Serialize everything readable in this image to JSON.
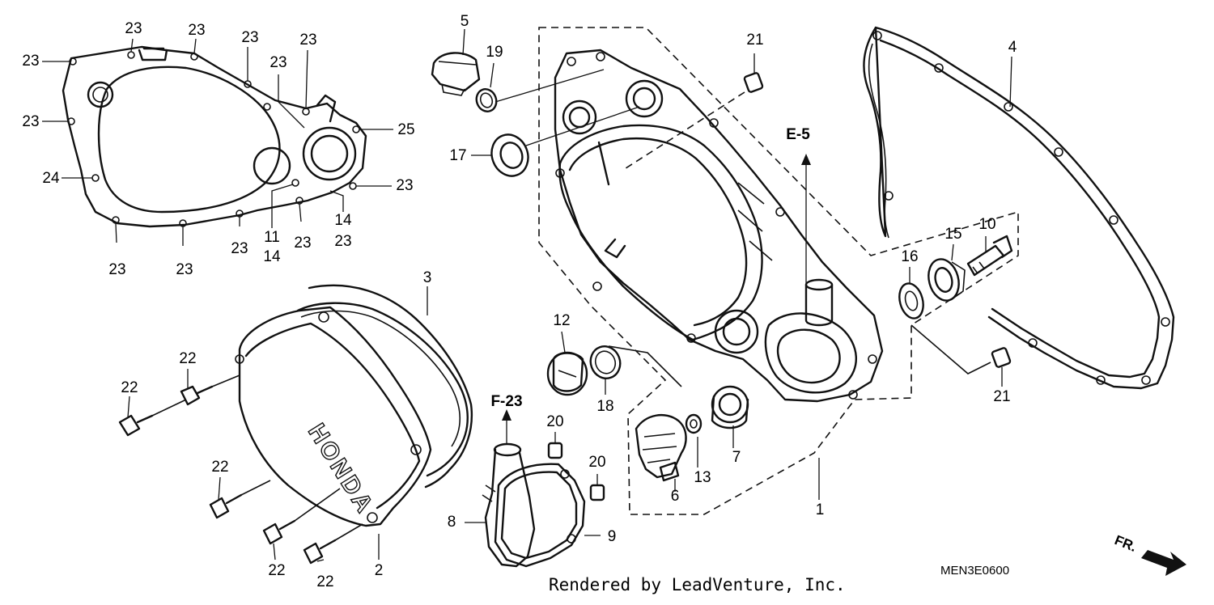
{
  "callouts": [
    {
      "id": "c23a",
      "text": "23"
    },
    {
      "id": "c23b",
      "text": "23"
    },
    {
      "id": "c23c",
      "text": "23"
    },
    {
      "id": "c23d",
      "text": "23"
    },
    {
      "id": "c23e",
      "text": "23"
    },
    {
      "id": "c23f",
      "text": "23"
    },
    {
      "id": "c23g",
      "text": "23"
    },
    {
      "id": "c25",
      "text": "25"
    },
    {
      "id": "c24",
      "text": "24"
    },
    {
      "id": "c23h",
      "text": "23"
    },
    {
      "id": "c11",
      "text": "11"
    },
    {
      "id": "c14a",
      "text": "14"
    },
    {
      "id": "c23i",
      "text": "23"
    },
    {
      "id": "c14b",
      "text": "14"
    },
    {
      "id": "c23j",
      "text": "23"
    },
    {
      "id": "c23k",
      "text": "23"
    },
    {
      "id": "c23l",
      "text": "23"
    },
    {
      "id": "c23m",
      "text": "23"
    },
    {
      "id": "c3",
      "text": "3"
    },
    {
      "id": "c22a",
      "text": "22"
    },
    {
      "id": "c22b",
      "text": "22"
    },
    {
      "id": "c22c",
      "text": "22"
    },
    {
      "id": "c22d",
      "text": "22"
    },
    {
      "id": "c22e",
      "text": "22"
    },
    {
      "id": "c2",
      "text": "2"
    },
    {
      "id": "c5",
      "text": "5"
    },
    {
      "id": "c19",
      "text": "19"
    },
    {
      "id": "c17",
      "text": "17"
    },
    {
      "id": "c21a",
      "text": "21"
    },
    {
      "id": "c4",
      "text": "4"
    },
    {
      "id": "c16",
      "text": "16"
    },
    {
      "id": "c15",
      "text": "15"
    },
    {
      "id": "c10",
      "text": "10"
    },
    {
      "id": "c21b",
      "text": "21"
    },
    {
      "id": "c12",
      "text": "12"
    },
    {
      "id": "c18",
      "text": "18"
    },
    {
      "id": "c20a",
      "text": "20"
    },
    {
      "id": "c20b",
      "text": "20"
    },
    {
      "id": "c8",
      "text": "8"
    },
    {
      "id": "c9",
      "text": "9"
    },
    {
      "id": "c6",
      "text": "6"
    },
    {
      "id": "c13",
      "text": "13"
    },
    {
      "id": "c7",
      "text": "7"
    },
    {
      "id": "c1",
      "text": "1"
    }
  ],
  "references": {
    "e5": "E-5",
    "f23": "F-23"
  },
  "brand_text": "HONDA",
  "direction_label": "FR.",
  "diagram_code": "MEN3E0600",
  "credit": "Rendered by LeadVenture, Inc."
}
